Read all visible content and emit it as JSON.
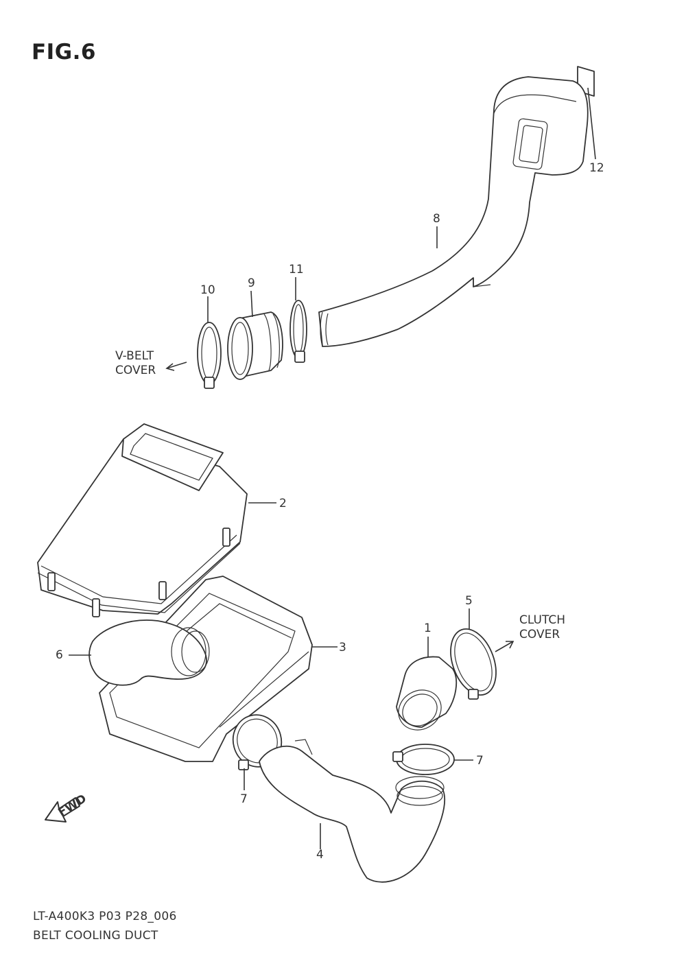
{
  "figure": {
    "title": "FIG.6",
    "code": "LT-A400K3 P03 P28_006",
    "name": "BELT COOLING DUCT"
  },
  "callouts": [
    "1",
    "2",
    "3",
    "4",
    "5",
    "6",
    "7",
    "7",
    "8",
    "9",
    "10",
    "11",
    "12"
  ],
  "notes": {
    "vbelt_line1": "V-BELT",
    "vbelt_line2": "COVER",
    "clutch_line1": "CLUTCH",
    "clutch_line2": "COVER",
    "fwd": "FWD"
  },
  "icons": [
    "fwd-arrow-icon",
    "direction-arrow-icon"
  ]
}
